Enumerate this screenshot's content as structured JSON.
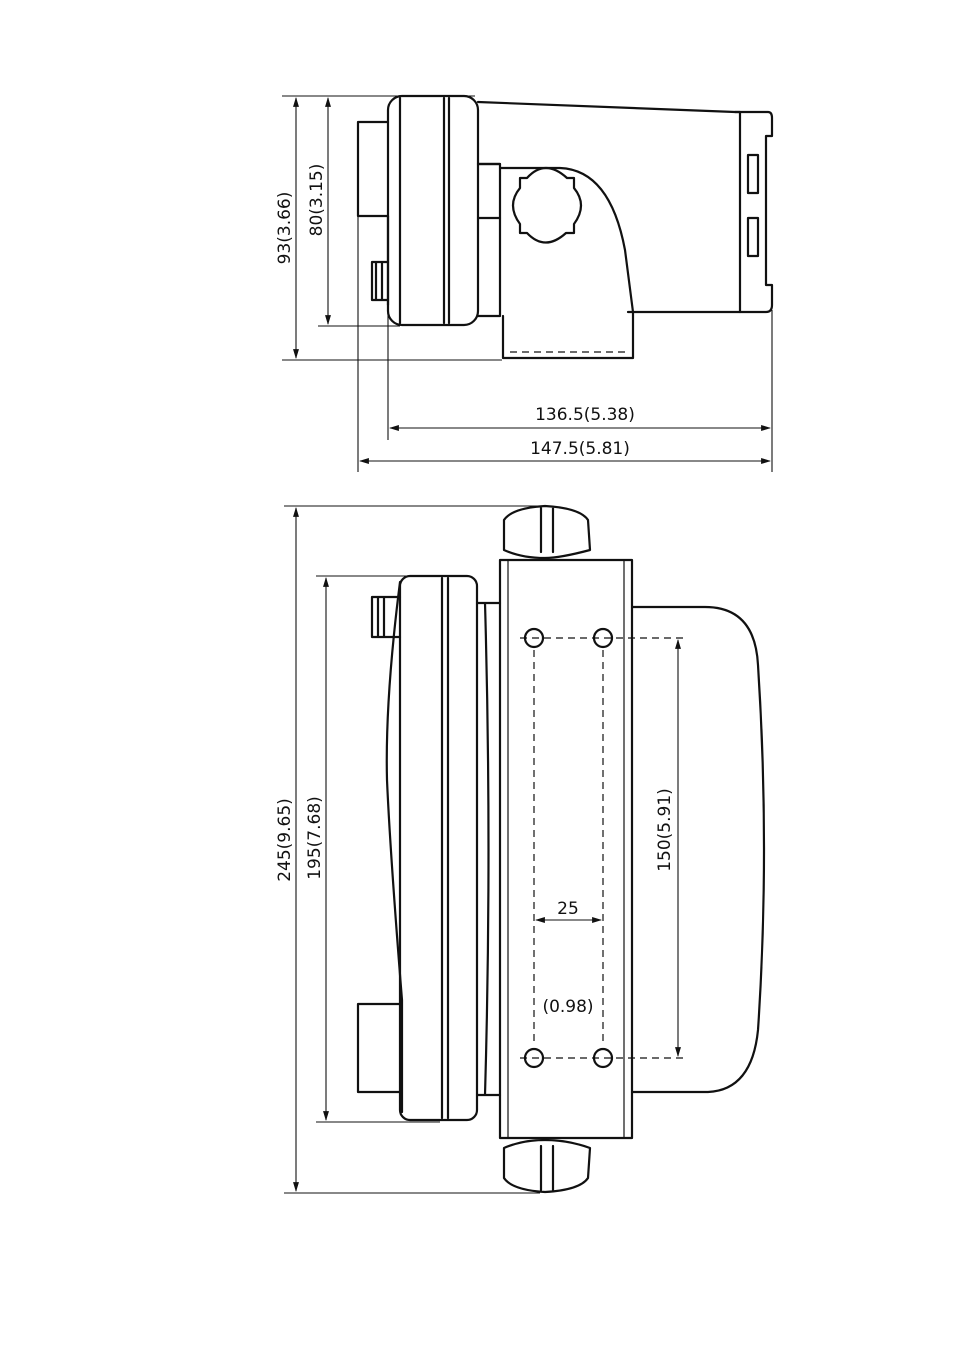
{
  "top_view": {
    "height_overall": "93(3.66)",
    "height_body": "80(3.15)",
    "length_body": "136.5(5.38)",
    "length_overall": "147.5(5.81)"
  },
  "bottom_view": {
    "length_overall": "245(9.65)",
    "length_body": "195(7.68)",
    "hole_spacing_long": "150(5.91)",
    "hole_spacing_short": "25",
    "hole_spacing_short_inch": "(0.98)"
  }
}
